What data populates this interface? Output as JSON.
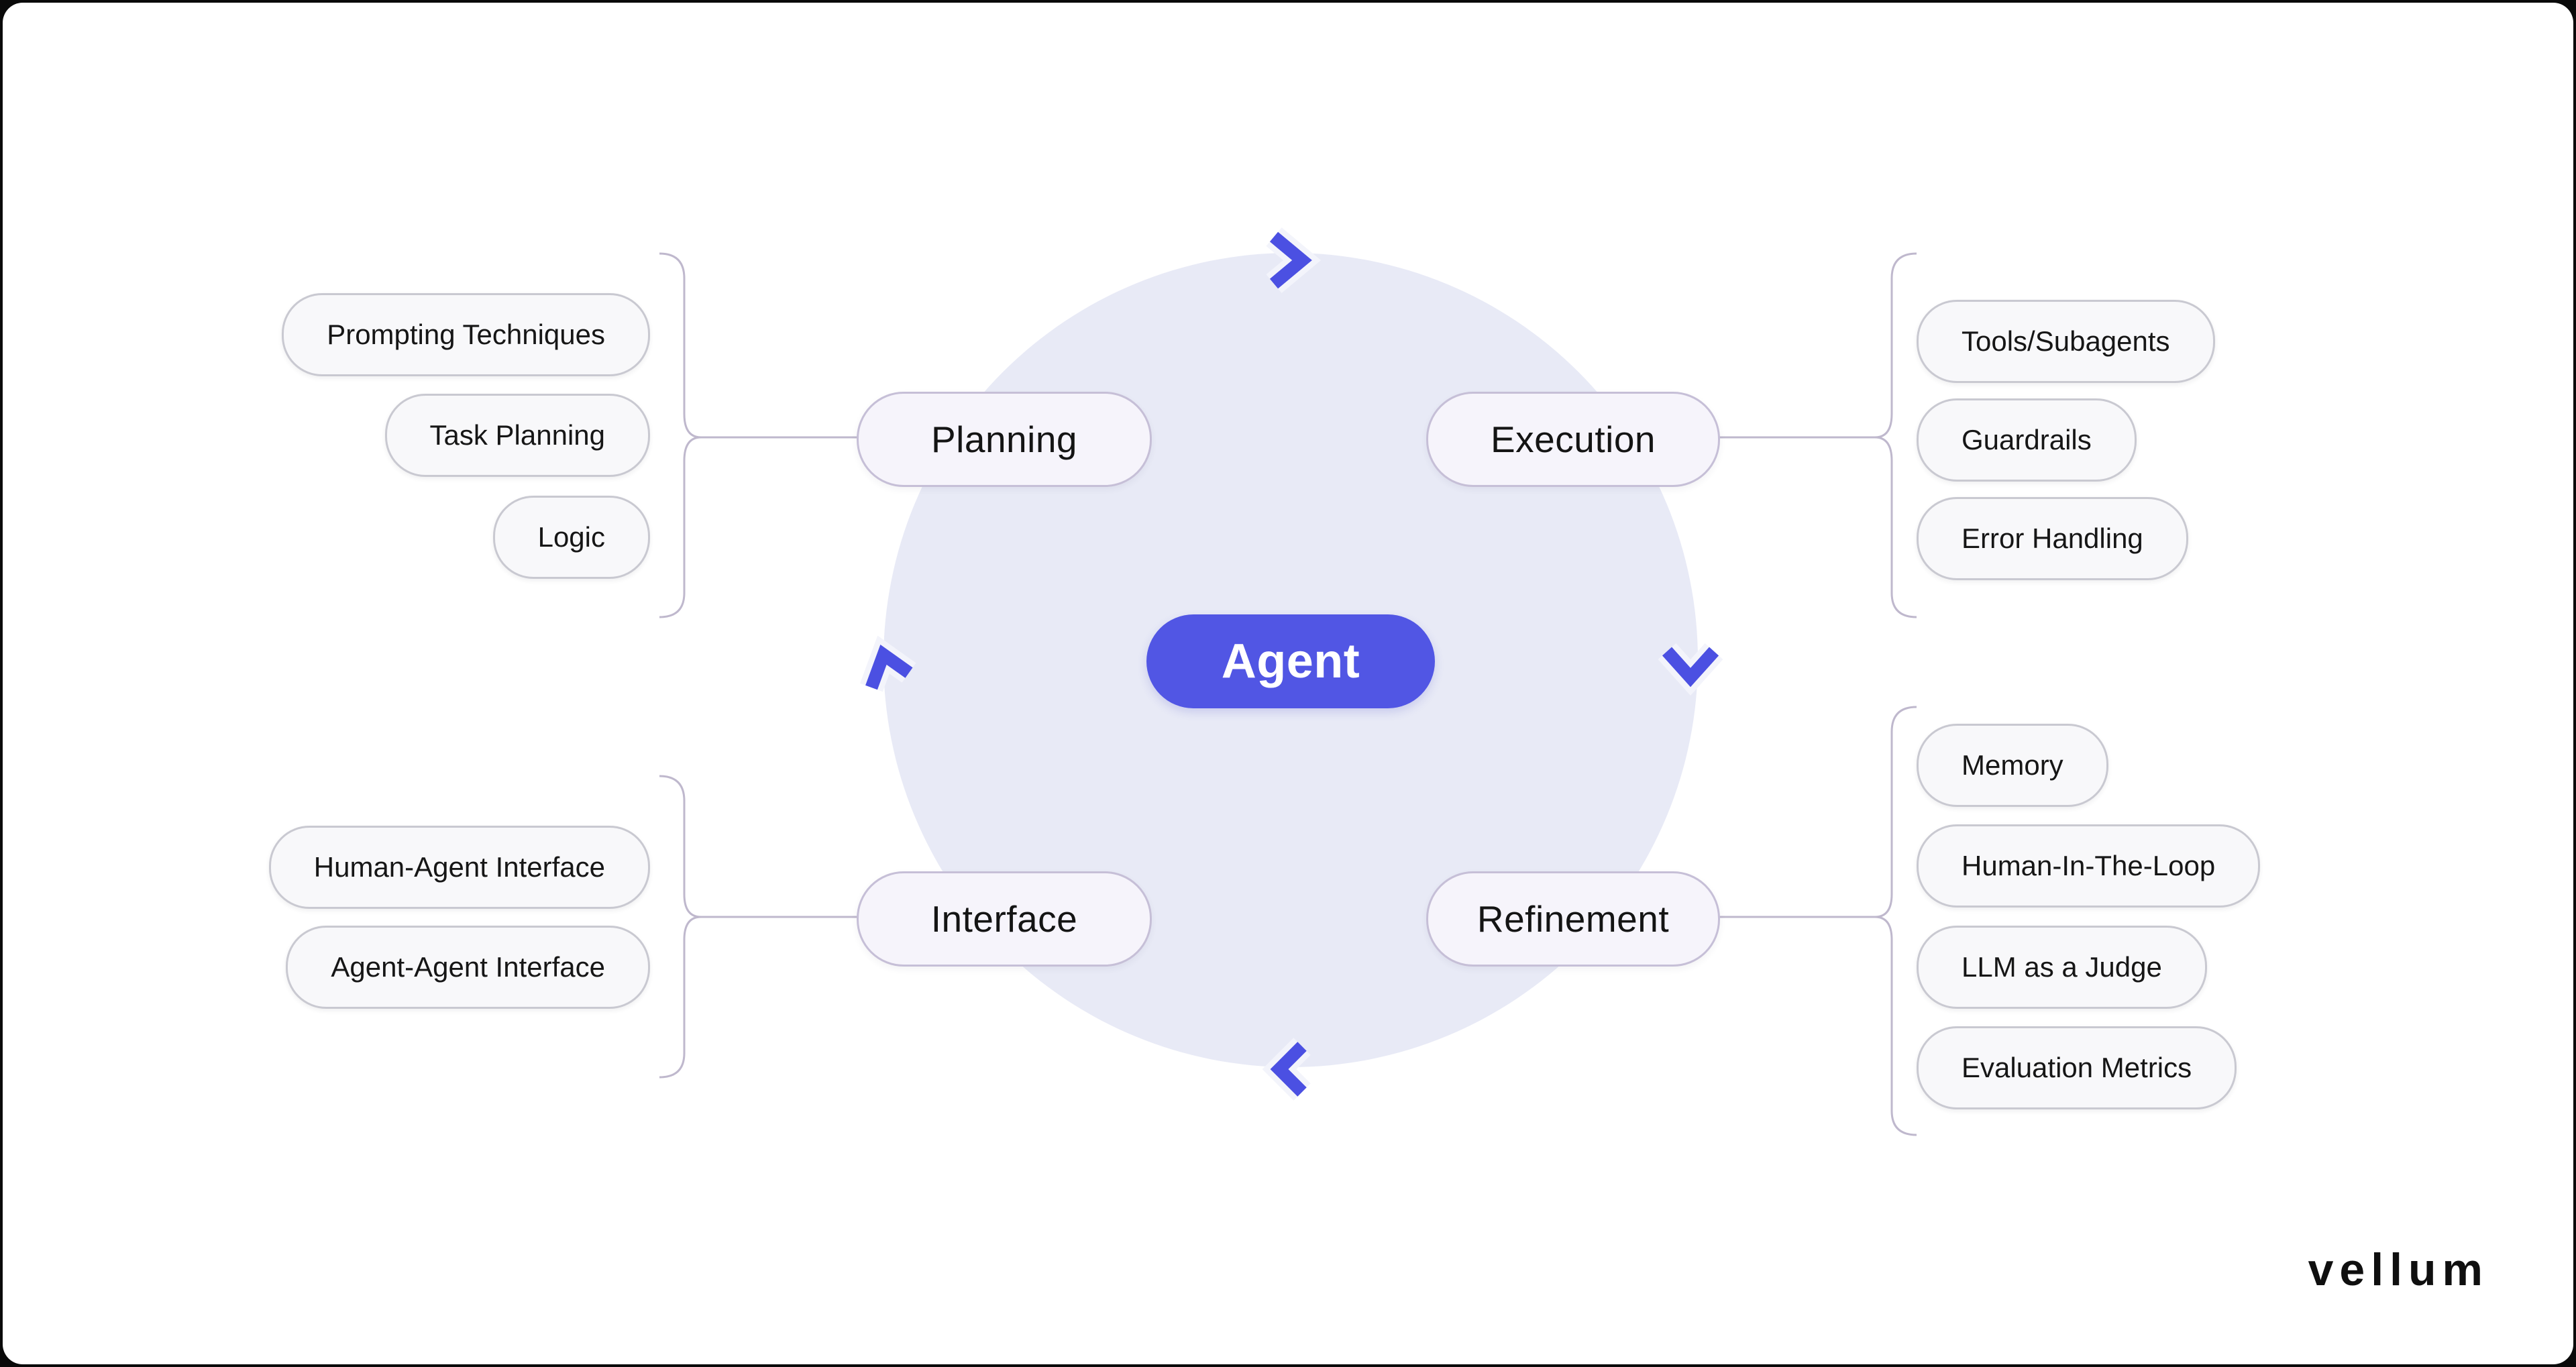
{
  "canvas": {
    "frame_color": "#0a0a0a",
    "background": "#ffffff"
  },
  "cycle": {
    "circle_fill": "#E8EAF6",
    "arrow_color": "#4B50E2",
    "arrow_icons": [
      "chevron-right-icon",
      "chevron-down-icon",
      "chevron-left-icon",
      "chevron-up-icon"
    ],
    "direction": "clockwise"
  },
  "center": {
    "label": "Agent",
    "fill": "#5156E4",
    "text_color": "#ffffff"
  },
  "branches": [
    {
      "label": "Planning",
      "position": "top-left",
      "children": [
        "Prompting Techniques",
        "Task Planning",
        "Logic"
      ]
    },
    {
      "label": "Execution",
      "position": "top-right",
      "children": [
        "Tools/Subagents",
        "Guardrails",
        "Error Handling"
      ]
    },
    {
      "label": "Interface",
      "position": "bottom-left",
      "children": [
        "Human-Agent Interface",
        "Agent-Agent Interface"
      ]
    },
    {
      "label": "Refinement",
      "position": "bottom-right",
      "children": [
        "Memory",
        "Human-In-The-Loop",
        "LLM as a Judge",
        "Evaluation Metrics"
      ]
    }
  ],
  "colors": {
    "node_fill": "#F6F4FB",
    "node_border": "#C6BFD7",
    "pill_fill": "#F8F8FA",
    "pill_border": "#C9C9D1",
    "connector": "#BFB8CD",
    "text": "#141414"
  },
  "logo": {
    "text": "vellum",
    "color": "#0f0f0f"
  }
}
